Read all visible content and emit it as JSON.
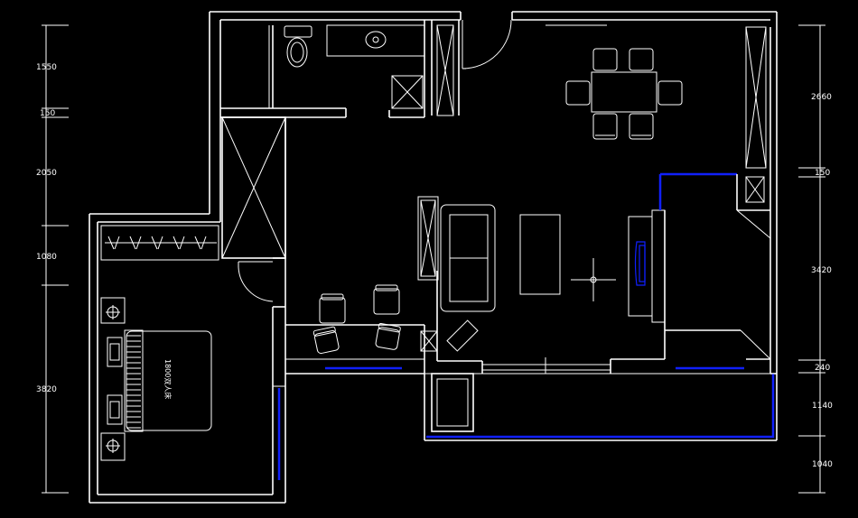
{
  "dimensions_left": [
    "1550",
    "150",
    "2050",
    "1080",
    "3820"
  ],
  "dimensions_right": [
    "2660",
    "150",
    "3420",
    "240",
    "1140",
    "1040"
  ],
  "bed_label": "1800双人床",
  "colors": {
    "background": "#000000",
    "lines": "#ffffff",
    "accent": "#1020ff"
  }
}
